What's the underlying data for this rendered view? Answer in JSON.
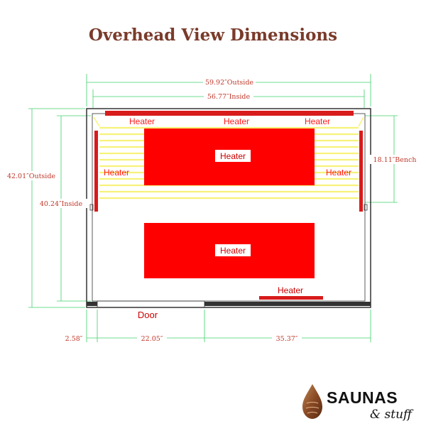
{
  "title": "Overhead View Dimensions",
  "dimensions": {
    "outside_width": "59.92″Outside",
    "inside_width": "56.77″Inside",
    "outside_depth": "42.01″Outside",
    "inside_depth": "40.24″Inside",
    "bench": "18.11″Bench",
    "wall": "2.58″",
    "door_width": "22.05″",
    "right_span": "35.37″"
  },
  "heaters": {
    "top_left": "Heater",
    "top_center": "Heater",
    "top_right": "Heater",
    "bench_panel": "Heater",
    "left_wall": "Heater",
    "right_wall": "Heater",
    "floor_panel": "Heater",
    "front_wall": "Heater"
  },
  "door_label": "Door",
  "logo": {
    "main": "SAUNAS",
    "sub": "& stuff"
  },
  "colors": {
    "heater": "#ff0000",
    "heater_dark": "#d81b1b",
    "bench_line": "#f7f27a",
    "dim_line": "#3fd06a",
    "dim_text": "#c0392b",
    "title": "#7a3b2b",
    "wall": "#333333"
  }
}
